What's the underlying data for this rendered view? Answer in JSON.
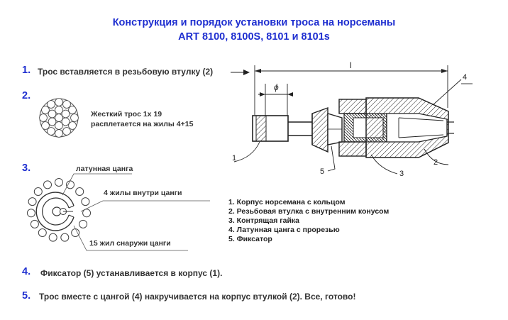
{
  "title": {
    "line1": "Конструкция и порядок установки троса на норсеманы",
    "line2": "ART 8100, 8100S, 8101 и  8101s"
  },
  "steps": [
    {
      "num": "1.",
      "text": "Трос вставляется в резьбовую втулку (2)"
    },
    {
      "num": "2.",
      "text": ""
    },
    {
      "num": "3.",
      "text": ""
    },
    {
      "num": "4.",
      "text": "Фиксатор (5) устанавливается в корпус (1)."
    },
    {
      "num": "5.",
      "text": "Трос вместе с цангой (4) накручивается на корпус втулкой (2). Все, готово!"
    }
  ],
  "cable": {
    "line1": "Жесткий трос 1х 19",
    "line2": "расплетается на жилы 4+15"
  },
  "collet": {
    "label_top": "латунная цанга",
    "label_inner": "4 жилы внутри цанги",
    "label_outer": "15 жил снаружи цанги"
  },
  "drawing": {
    "dim_length": "l",
    "dim_diameter": "ϕ",
    "callouts": [
      "1",
      "2",
      "3",
      "4",
      "5"
    ]
  },
  "legend": [
    "1. Корпус норсемана с кольцом",
    "2. Резьбовая втулка с внутренним конусом",
    "3. Контрящая гайка",
    "4. Латунная цанга с прорезью",
    "5. Фиксатор"
  ]
}
